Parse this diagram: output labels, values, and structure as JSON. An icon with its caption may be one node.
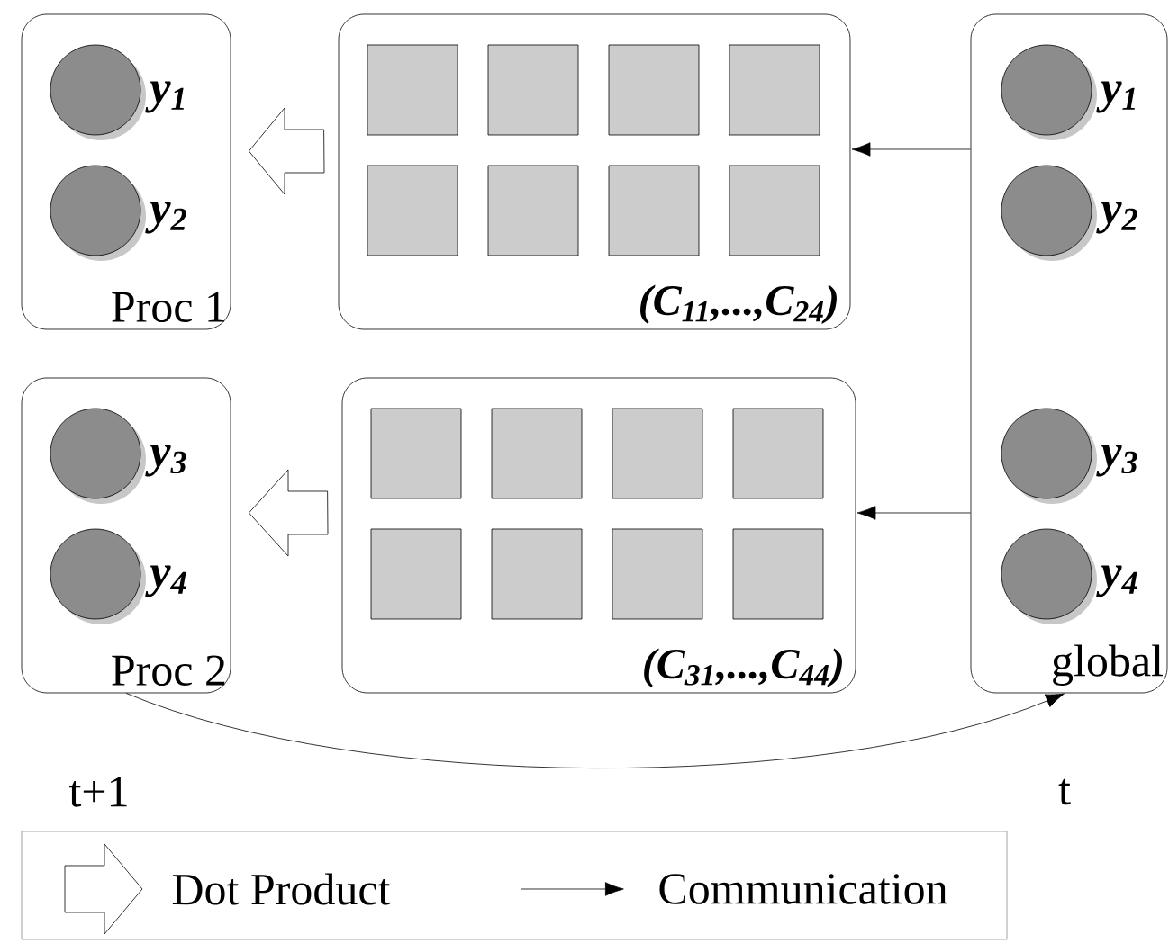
{
  "diagram": {
    "nodes": [
      {
        "text": [
          "Proc 1"
        ]
      },
      {
        "text": [],
        "shape": "circle",
        "in": 0,
        "beside": [
          "y$_{1}$"
        ]
      },
      {
        "text": [],
        "shape": "circle",
        "in": 0,
        "beside": [
          "y$_{2}$"
        ]
      },
      {
        "text": [
          "(C$_{11}$,...,C$_{24}$)"
        ]
      },
      {
        "text": [
          "global"
        ]
      },
      {
        "text": [],
        "shape": "circle",
        "in": 4,
        "beside": [
          "y$_{1}$"
        ]
      },
      {
        "text": [],
        "shape": "circle",
        "in": 4,
        "beside": [
          "y$_{2}$"
        ]
      },
      {
        "text": [],
        "shape": "circle",
        "in": 4,
        "beside": [
          "y$_{3}$"
        ]
      },
      {
        "text": [],
        "shape": "circle",
        "in": 4,
        "beside": [
          "y$_{4}$"
        ]
      },
      {
        "text": [
          "Proc 2"
        ]
      },
      {
        "text": [],
        "shape": "circle",
        "in": 9,
        "beside": [
          "y$_{3}$"
        ]
      },
      {
        "text": [],
        "shape": "circle",
        "in": 9,
        "beside": [
          "y$_{4}$"
        ]
      },
      {
        "text": [
          "(C$_{31}$,...,C$_{44}$)"
        ]
      }
    ],
    "edges": [
      {
        "from": 3,
        "to": 0,
        "arrow": "to",
        "style": "thick"
      },
      {
        "from": 4,
        "to": 3,
        "arrow": "to"
      },
      {
        "from": 12,
        "to": 9,
        "arrow": "to",
        "style": "thick"
      },
      {
        "from": 4,
        "to": 12,
        "arrow": "to"
      },
      {
        "from": 9,
        "to": 4,
        "arrow": "to"
      }
    ],
    "labels": [
      "t+1",
      "t"
    ],
    "legend": [
      {
        "text": "Dot Product"
      },
      {
        "text": "Communication"
      }
    ]
  }
}
